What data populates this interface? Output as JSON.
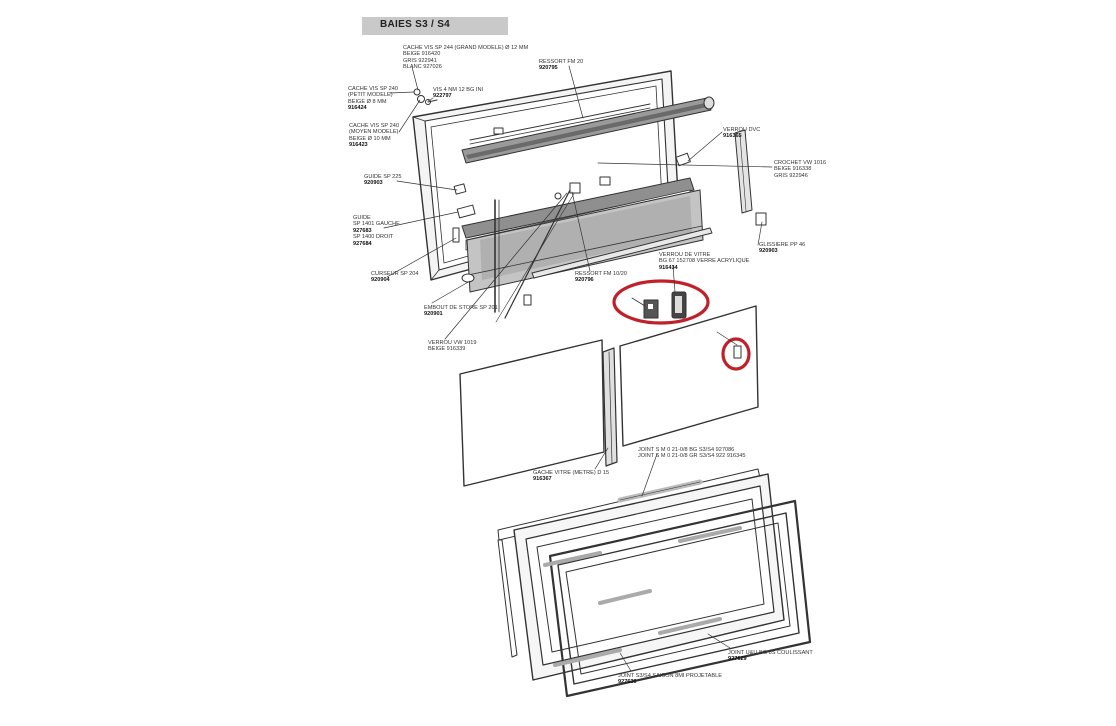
{
  "title": "BAIES S3 / S4",
  "labels": {
    "cache_vis_grand": {
      "lines": [
        "CACHE VIS SP 244 (GRAND MODELE) Ø 12 MM",
        "BEIGE 916420",
        "GRIS 922941",
        "BLANC 927026"
      ]
    },
    "cache_vis_petit": {
      "lines": [
        "CACHE VIS SP 240",
        "(PETIT MODELE)",
        "BEIGE Ø 8 MM"
      ],
      "code": "916424"
    },
    "vis_4": {
      "lines": [
        "VIS 4 NM 12 BG INI"
      ],
      "code": "922797"
    },
    "cache_vis_moyen": {
      "lines": [
        "CACHE VIS SP 240",
        "(MOYEN MODELE)",
        "BEIGE Ø 10 MM"
      ],
      "code": "916423"
    },
    "guide_sp225": {
      "lines": [
        "GUIDE SP 225"
      ],
      "code": "920903"
    },
    "guide_gauche": {
      "lines": [
        "GUIDE",
        "SP 1401 GAUCHE",
        "927683",
        "SP 1400 DROIT"
      ],
      "code": "927684"
    },
    "curseur": {
      "lines": [
        "CURSEUR SP 204"
      ],
      "code": "920904"
    },
    "embout": {
      "lines": [
        "EMBOUT DE STORE SP 201"
      ],
      "code": "920901"
    },
    "verrou_vw": {
      "lines": [
        "VERROU VW 1019",
        "BEIGE 916339"
      ]
    },
    "ressort_top": {
      "lines": [
        "RESSORT FM 20"
      ],
      "code": "920795"
    },
    "verrou_dvc": {
      "lines": [
        "VERROU DVC"
      ],
      "code": "916365"
    },
    "crochet": {
      "lines": [
        "CROCHET VW 1016",
        "BEIGE 916338",
        "GRIS 922946"
      ]
    },
    "glissiere": {
      "lines": [
        "GLISSIERE PP 46"
      ],
      "code": "920903"
    },
    "verrou_vitre": {
      "lines": [
        "VERROU DE VITRE",
        "BG 67 152708 VERRE ACRYLIQUE"
      ],
      "code": "916434"
    },
    "ressort_bottom": {
      "lines": [
        "RESSORT FM 10/20"
      ],
      "code": "920796"
    },
    "joint_s": {
      "lines": [
        "JOINT S M 0 21-0/8 BG S3/S4 927086",
        "JOINT S M 0 21-0/8 GR S3/S4 922 916345"
      ]
    },
    "gache": {
      "lines": [
        "GACHE VITRE (METRE) D 15"
      ],
      "code": "916367"
    },
    "joint_coulissant": {
      "lines": [
        "JOINT U&U BG 8S COULISSANT"
      ],
      "code": "927629"
    },
    "joint_projectable": {
      "lines": [
        "JOINT S3/S4 SAISON 8MI PROJETABLE"
      ],
      "code": "927630"
    }
  }
}
